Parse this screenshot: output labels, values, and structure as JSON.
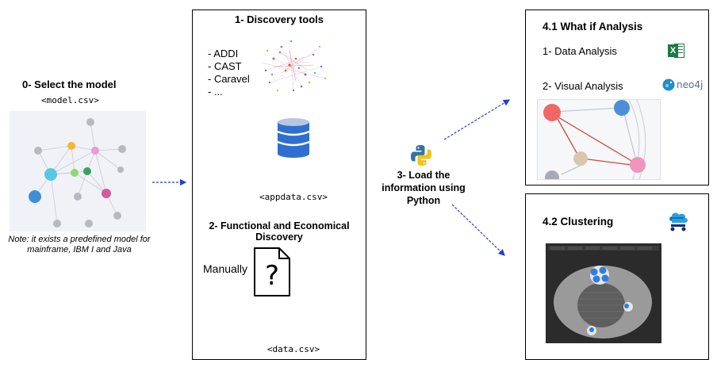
{
  "model": {
    "title": "0- Select the model",
    "file": "<model.csv>",
    "note": "Note: it exists a predefined model for mainframe, IBM I and Java"
  },
  "discovery": {
    "title": "1- Discovery tools",
    "tools": [
      "- ADDI",
      "- CAST",
      "- Caravel",
      "- ..."
    ],
    "appdata_file": "<appdata.csv>",
    "functional_title": "2- Functional and Economical Discovery",
    "manual_label": "Manually",
    "manual_icon_char": "?",
    "data_file": "<data.csv>"
  },
  "load": {
    "title": "3- Load the information using Python"
  },
  "whatif": {
    "title": "4.1 What if Analysis",
    "data_analysis": "1- Data Analysis",
    "visual_analysis": "2- Visual Analysis",
    "neo4j_label": "neo4j",
    "excel_letter": "X"
  },
  "clustering": {
    "title": "4.2 Clustering"
  },
  "colors": {
    "arrow_blue": "#1f3fd8",
    "arrow_gray": "#b8b8b8",
    "excel_green": "#1d7a45",
    "db_blue": "#2f6fd1",
    "python_blue": "#3572a5",
    "python_yellow": "#f0c419"
  }
}
